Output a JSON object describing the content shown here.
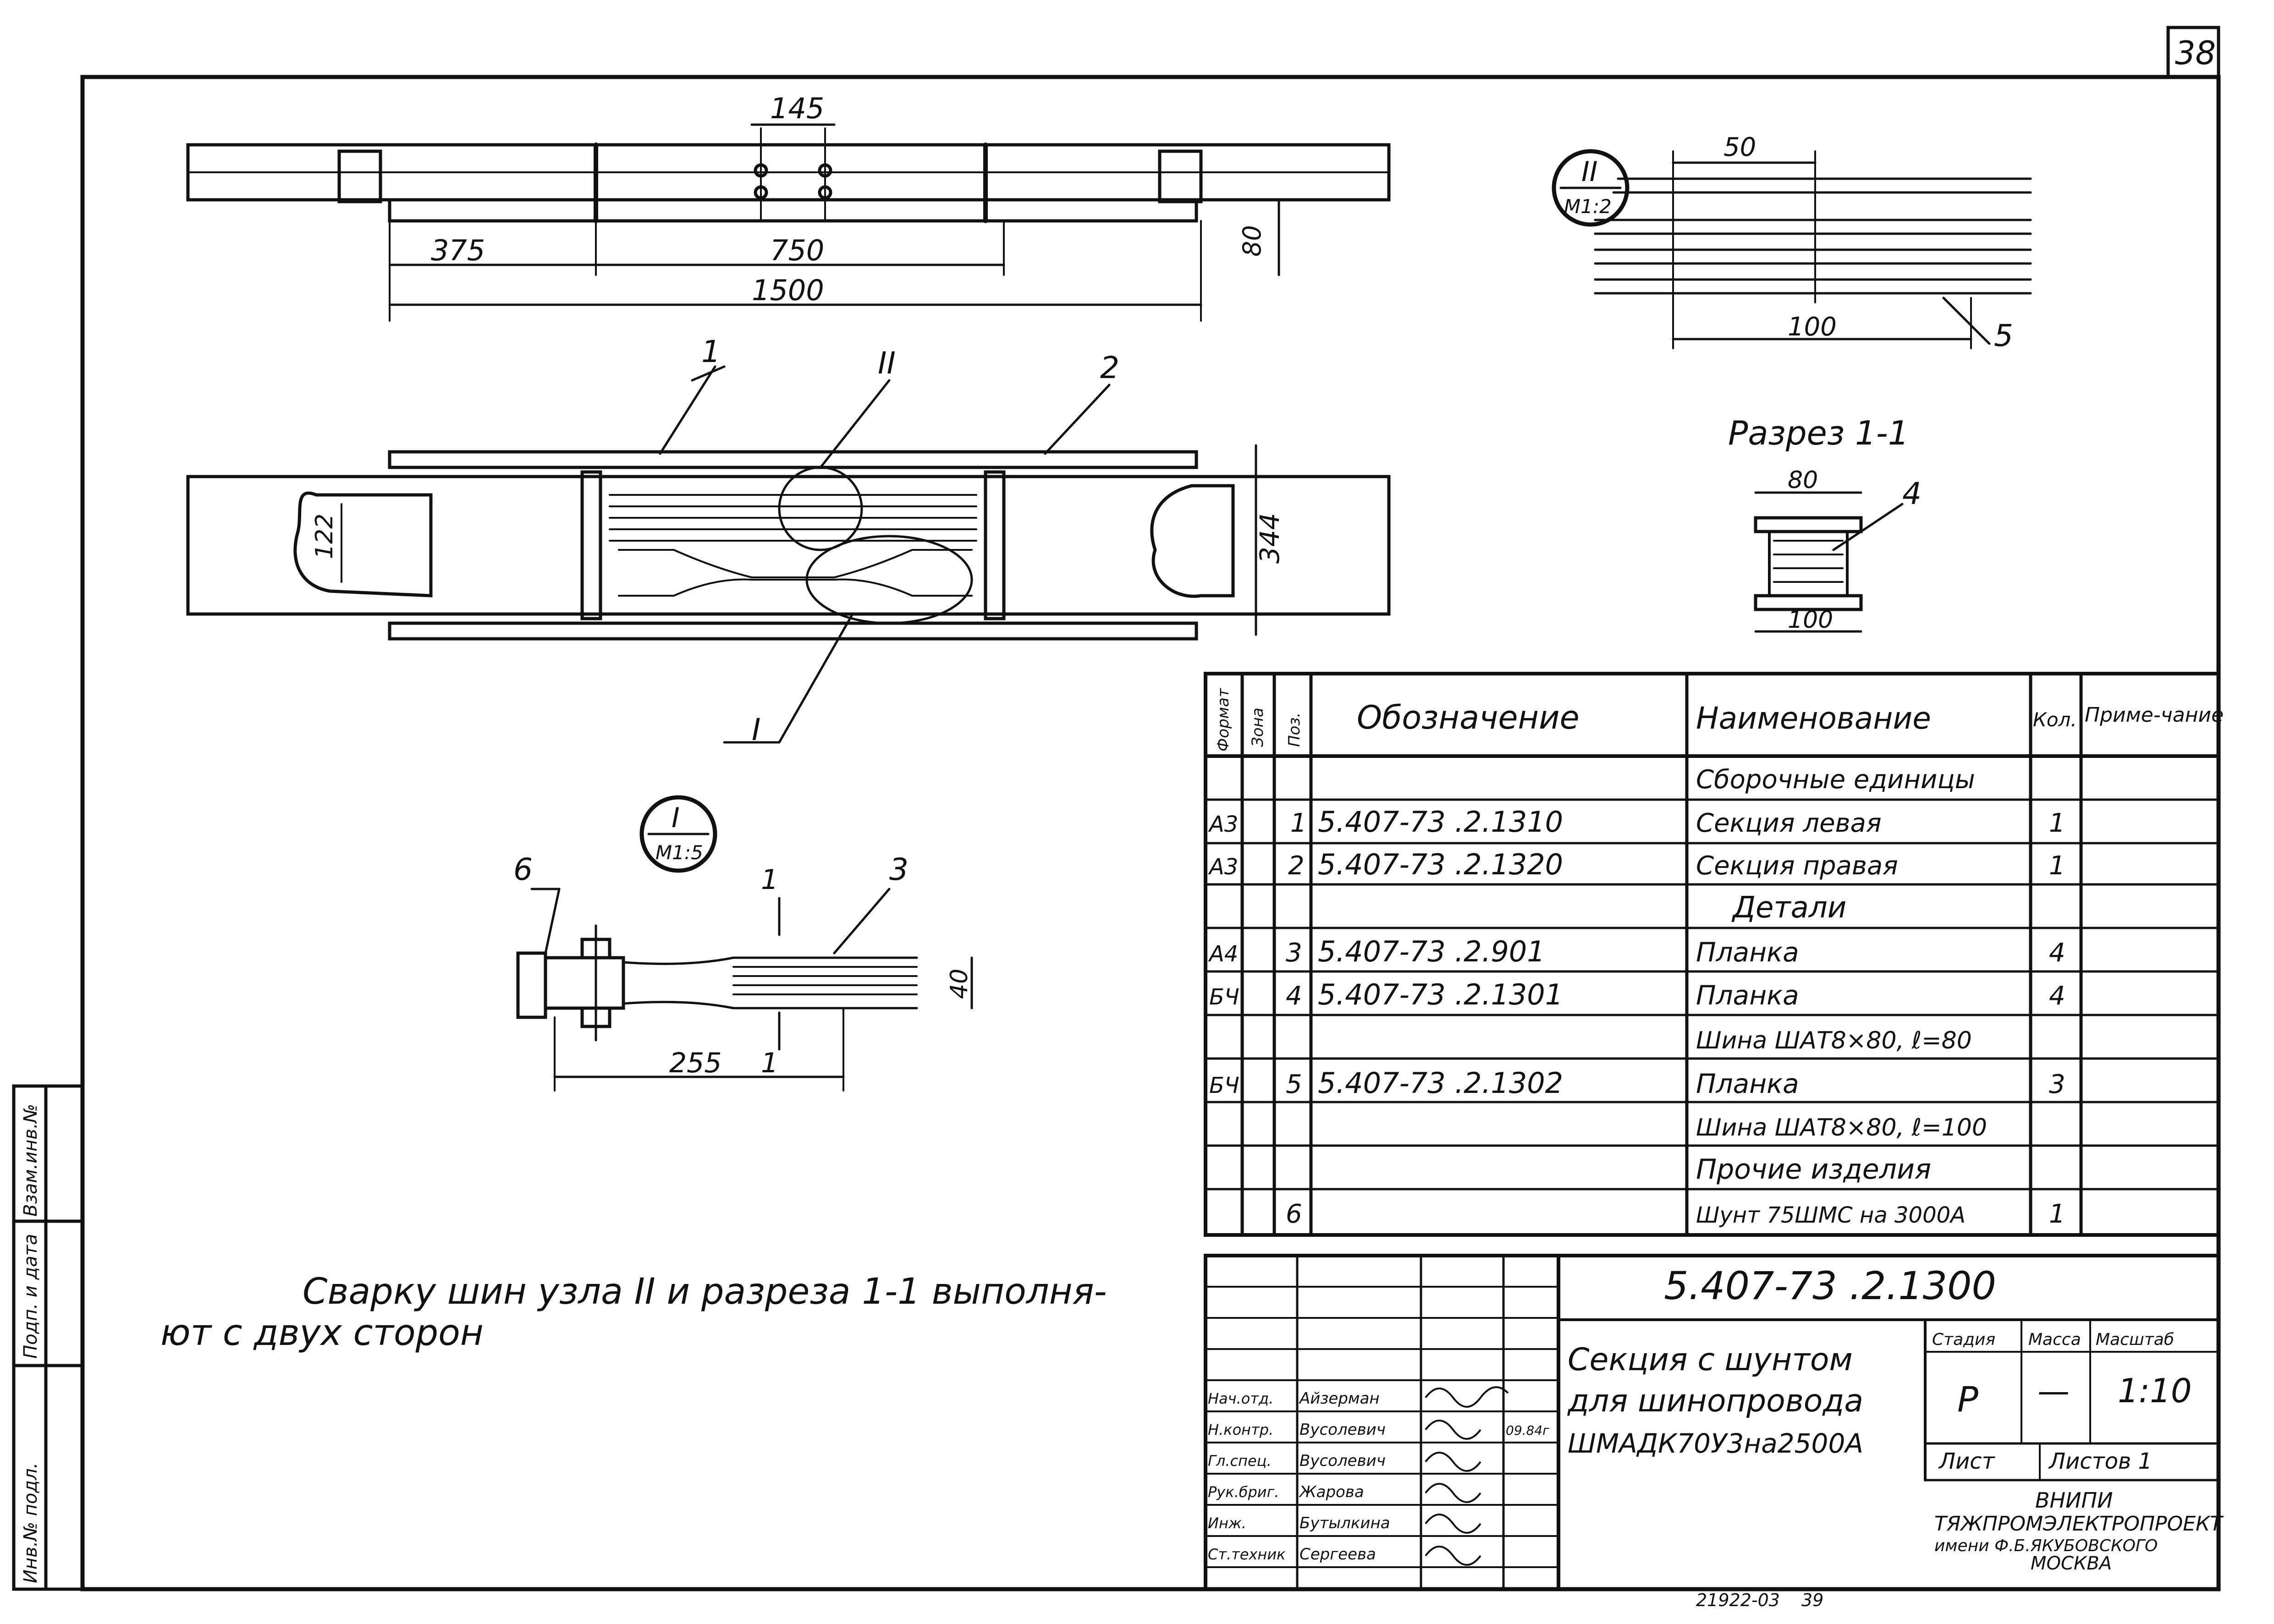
{
  "sheet": {
    "page_number": "38",
    "designation": "5.407-73 .2.1300",
    "title_lines": [
      "Секция с шунтом",
      "для шинопровода",
      "ШМАДК70У3на2500А"
    ],
    "stage_header": "Стадия",
    "mass_header": "Масса",
    "scale_header": "Масштаб",
    "stage": "Р",
    "mass": "—",
    "scale": "1:10",
    "sheet_label": "Лист",
    "sheets_label": "Листов 1",
    "org_lines": [
      "ВНИПИ",
      "ТЯЖПРОМЭЛЕКТРОПРОЕКТ",
      "имени Ф.Б.ЯКУБОВСКОГО",
      "МОСКВА"
    ],
    "archive_number": "21922-03",
    "archive_sheet": "39",
    "note": [
      "Сварку шин узла II и разреза 1-1 выполня-",
      "ют с двух сторон"
    ],
    "side_stamp": [
      "Инв.№ подл.",
      "Подп. и дата",
      "Взам.инв.№"
    ],
    "signatures": [
      {
        "role": "Нач.отд.",
        "name": "Айзерман",
        "date": ""
      },
      {
        "role": "Н.контр.",
        "name": "Вусолевич",
        "date": "09.84г"
      },
      {
        "role": "Гл.спец.",
        "name": "Вусолевич",
        "date": ""
      },
      {
        "role": "Рук.бриг.",
        "name": "Жарова",
        "date": ""
      },
      {
        "role": "Инж.",
        "name": "Бутылкина",
        "date": ""
      },
      {
        "role": "Ст.техник",
        "name": "Сергеева",
        "date": ""
      }
    ]
  },
  "spec": {
    "headers": [
      "Формат",
      "Зона",
      "Поз.",
      "Обозначение",
      "Наименование",
      "Кол.",
      "Приме-чание"
    ],
    "rows": [
      {
        "fmt": "",
        "zone": "",
        "pos": "",
        "designation": "",
        "name": "Сборочные единицы",
        "qty": "",
        "note": "",
        "heading": true
      },
      {
        "fmt": "А3",
        "zone": "",
        "pos": "1",
        "designation": "5.407-73 .2.1310",
        "name": "Секция левая",
        "qty": "1",
        "note": ""
      },
      {
        "fmt": "А3",
        "zone": "",
        "pos": "2",
        "designation": "5.407-73 .2.1320",
        "name": "Секция правая",
        "qty": "1",
        "note": ""
      },
      {
        "fmt": "",
        "zone": "",
        "pos": "",
        "designation": "",
        "name": "Детали",
        "qty": "",
        "note": "",
        "heading": true
      },
      {
        "fmt": "А4",
        "zone": "",
        "pos": "3",
        "designation": "5.407-73 .2.901",
        "name": "Планка",
        "qty": "4",
        "note": ""
      },
      {
        "fmt": "БЧ",
        "zone": "",
        "pos": "4",
        "designation": "5.407-73 .2.1301",
        "name": "Планка",
        "qty": "4",
        "note": ""
      },
      {
        "fmt": "",
        "zone": "",
        "pos": "",
        "designation": "",
        "name": "Шина ШАТ8×80, ℓ=80",
        "qty": "",
        "note": ""
      },
      {
        "fmt": "БЧ",
        "zone": "",
        "pos": "5",
        "designation": "5.407-73 .2.1302",
        "name": "Планка",
        "qty": "3",
        "note": ""
      },
      {
        "fmt": "",
        "zone": "",
        "pos": "",
        "designation": "",
        "name": "Шина ШАТ8×80, ℓ=100",
        "qty": "",
        "note": ""
      },
      {
        "fmt": "",
        "zone": "",
        "pos": "",
        "designation": "",
        "name": "Прочие изделия",
        "qty": "",
        "note": "",
        "heading": true
      },
      {
        "fmt": "",
        "zone": "",
        "pos": "6",
        "designation": "",
        "name": "Шунт 75ШМС на 3000А",
        "qty": "1",
        "note": ""
      }
    ]
  },
  "drawing": {
    "dimensions": {
      "top_145": "145",
      "top_375": "375",
      "top_750": "750",
      "top_1500": "1500",
      "top_80": "80",
      "plan_122": "122",
      "plan_344": "344",
      "detail_50": "50",
      "detail_100": "100",
      "section_80": "80",
      "section_100": "100",
      "node_40": "40",
      "node_255": "255"
    },
    "leaders": {
      "p1": "1",
      "p2": "2",
      "p3": "3",
      "p4": "4",
      "p5": "5",
      "p6": "6",
      "node_I": "I",
      "node_II": "II",
      "cut_1": "1"
    },
    "node_II_label": {
      "top": "II",
      "bottom": "М1:2"
    },
    "node_I_label": {
      "top": "I",
      "bottom": "М1:5"
    },
    "section_title": "Разрез 1-1"
  }
}
